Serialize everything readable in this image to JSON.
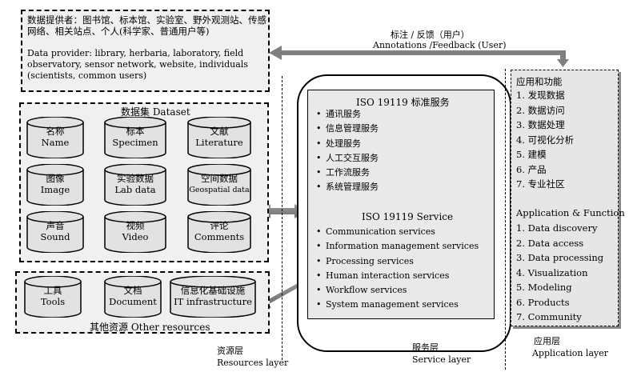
{
  "provider": {
    "zh": "数据提供者：图书馆、标本馆、实验室、野外观测站、传感网络、相关站点、个人(科学家、普通用户等)",
    "en": "Data provider: library, herbaria, laboratory, field observatory, sensor network, website, individuals (scientists, common users)"
  },
  "dataset": {
    "title": "数据集 Dataset",
    "items": [
      {
        "zh": "名称",
        "en": "Name"
      },
      {
        "zh": "标本",
        "en": "Specimen"
      },
      {
        "zh": "文献",
        "en": "Literature"
      },
      {
        "zh": "图像",
        "en": "Image"
      },
      {
        "zh": "实验数据",
        "en": "Lab data"
      },
      {
        "zh": "空间数据",
        "en": "Geospatial data"
      },
      {
        "zh": "声音",
        "en": "Sound"
      },
      {
        "zh": "视频",
        "en": "Video"
      },
      {
        "zh": "评论",
        "en": "Comments"
      }
    ]
  },
  "other": {
    "title": "其他资源 Other resources",
    "items": [
      {
        "zh": "工具",
        "en": "Tools"
      },
      {
        "zh": "文档",
        "en": "Document"
      },
      {
        "zh": "信息化基础设施",
        "en": "IT infrastructure"
      }
    ]
  },
  "feedback": {
    "zh": "标注 / 反馈（用户）",
    "en": "Annotations /Feedback (User)"
  },
  "service": {
    "title_zh": "ISO 19119  标准服务",
    "items_zh": [
      "通讯服务",
      "信息管理服务",
      "处理服务",
      "人工交互服务",
      "工作流服务",
      "系统管理服务"
    ],
    "title_en": "ISO 19119 Service",
    "items_en": [
      "Communication services",
      "Information management services",
      "Processing services",
      "Human interaction services",
      "Workflow services",
      "System management services"
    ]
  },
  "application": {
    "title_zh": "应用和功能",
    "items_zh": [
      "1. 发现数据",
      "2. 数据访问",
      "3. 数据处理",
      "4. 可视化分析",
      "5. 建模",
      "6. 产品",
      "7. 专业社区"
    ],
    "title_en": "Application & Function",
    "items_en": [
      "1. Data discovery",
      "2. Data access",
      "3. Data processing",
      "4. Visualization",
      "5. Modeling",
      "6. Products",
      "7. Community"
    ]
  },
  "layers": {
    "resources": {
      "zh": "资源层",
      "en": "Resources layer"
    },
    "service": {
      "zh": "服务层",
      "en": "Service layer"
    },
    "application": {
      "zh": "应用层",
      "en": "Application layer"
    }
  }
}
